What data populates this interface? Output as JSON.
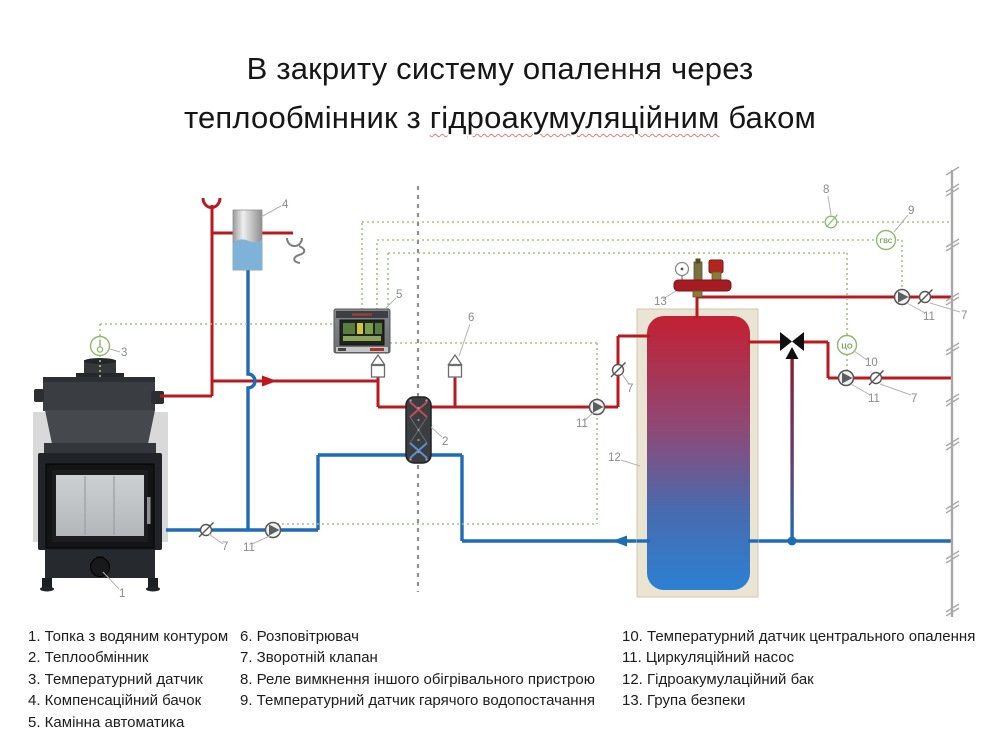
{
  "slide": {
    "title_line1": "В закриту систему опалення через",
    "title_line2_prefix": "теплообмінник з ",
    "title_line2_highlight": "гідроакумуляційним",
    "title_line2_suffix": " баком"
  },
  "legend": {
    "col1": [
      "1. Топка з водяним контуром",
      "2. Теплообмінник",
      "3. Температурний датчик",
      "4. Компенсаційний бачок",
      "5. Камінна автоматика"
    ],
    "col2": [
      "6. Розповітрювач",
      "7. Зворотній клапан",
      "8. Реле вимкнення іншого обігрівального пристрою",
      "9. Температурний датчик гарячого водопостачання"
    ],
    "col3": [
      "10. Температурний датчик центрального опалення",
      "11. Циркуляційний насос",
      "12. Гідроакумулаційний бак",
      "13. Група безпеки"
    ]
  },
  "diagram": {
    "callouts": {
      "c1": "1",
      "c2": "2",
      "c3": "3",
      "c4": "4",
      "c5": "5",
      "c6": "6",
      "c7": "7",
      "c8": "8",
      "c9": "9",
      "c10": "10",
      "c11": "11",
      "c12": "12",
      "c13": "13"
    },
    "sensor_labels": {
      "dhw": "ГВС",
      "ch": "ЦО"
    },
    "colors": {
      "hot_pipe": "#b9191f",
      "cold_pipe": "#1e6cb5",
      "signal_wire": "#a6c183",
      "divider": "#909090",
      "return_pipe_gray": "#a9a9a9"
    }
  }
}
